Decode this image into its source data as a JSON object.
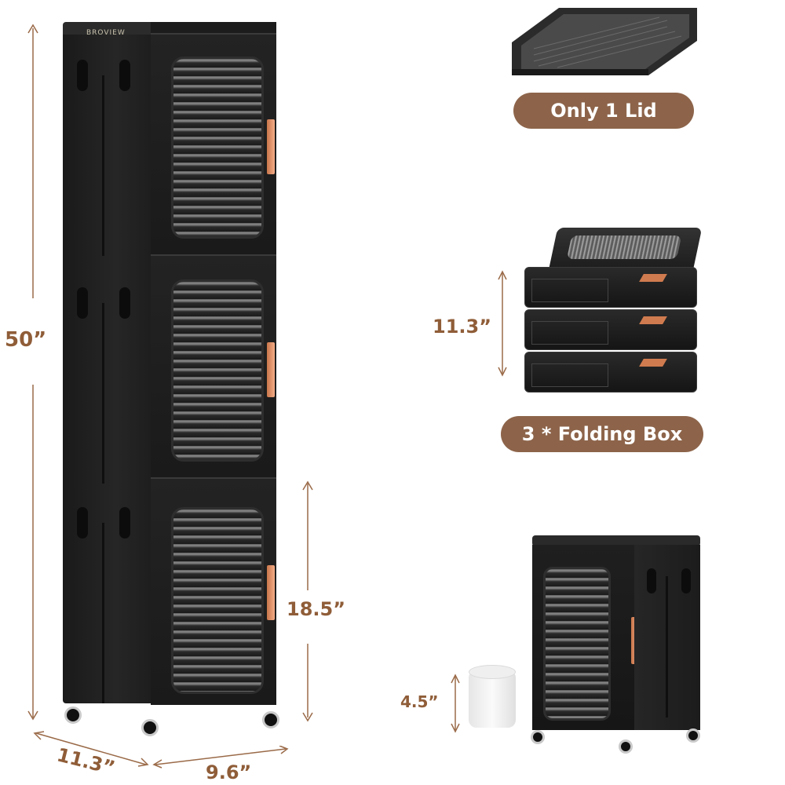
{
  "product": {
    "brand": "BROVIEW",
    "colors": {
      "accent_brown": "#8d644a",
      "dimension_text": "#8f5d38",
      "handle_orange": "#e89570",
      "body_black": "#1c1c1c",
      "background": "#ffffff"
    }
  },
  "tall_cabinet": {
    "height_label": "50”",
    "depth_label": "11.3”",
    "width_label": "9.6”",
    "module_height_label": "18.5”",
    "modules": 3
  },
  "lid_section": {
    "badge": "Only 1 Lid"
  },
  "folding_section": {
    "height_label": "11.3”",
    "badge": "3 * Folding Box",
    "box_count": 3
  },
  "single_cabinet_section": {
    "reference_label": "4.5”",
    "reference_object": "toilet-paper-roll"
  },
  "icons": {
    "vertical-arrow": "↕",
    "diagonal-arrow": "↔"
  }
}
